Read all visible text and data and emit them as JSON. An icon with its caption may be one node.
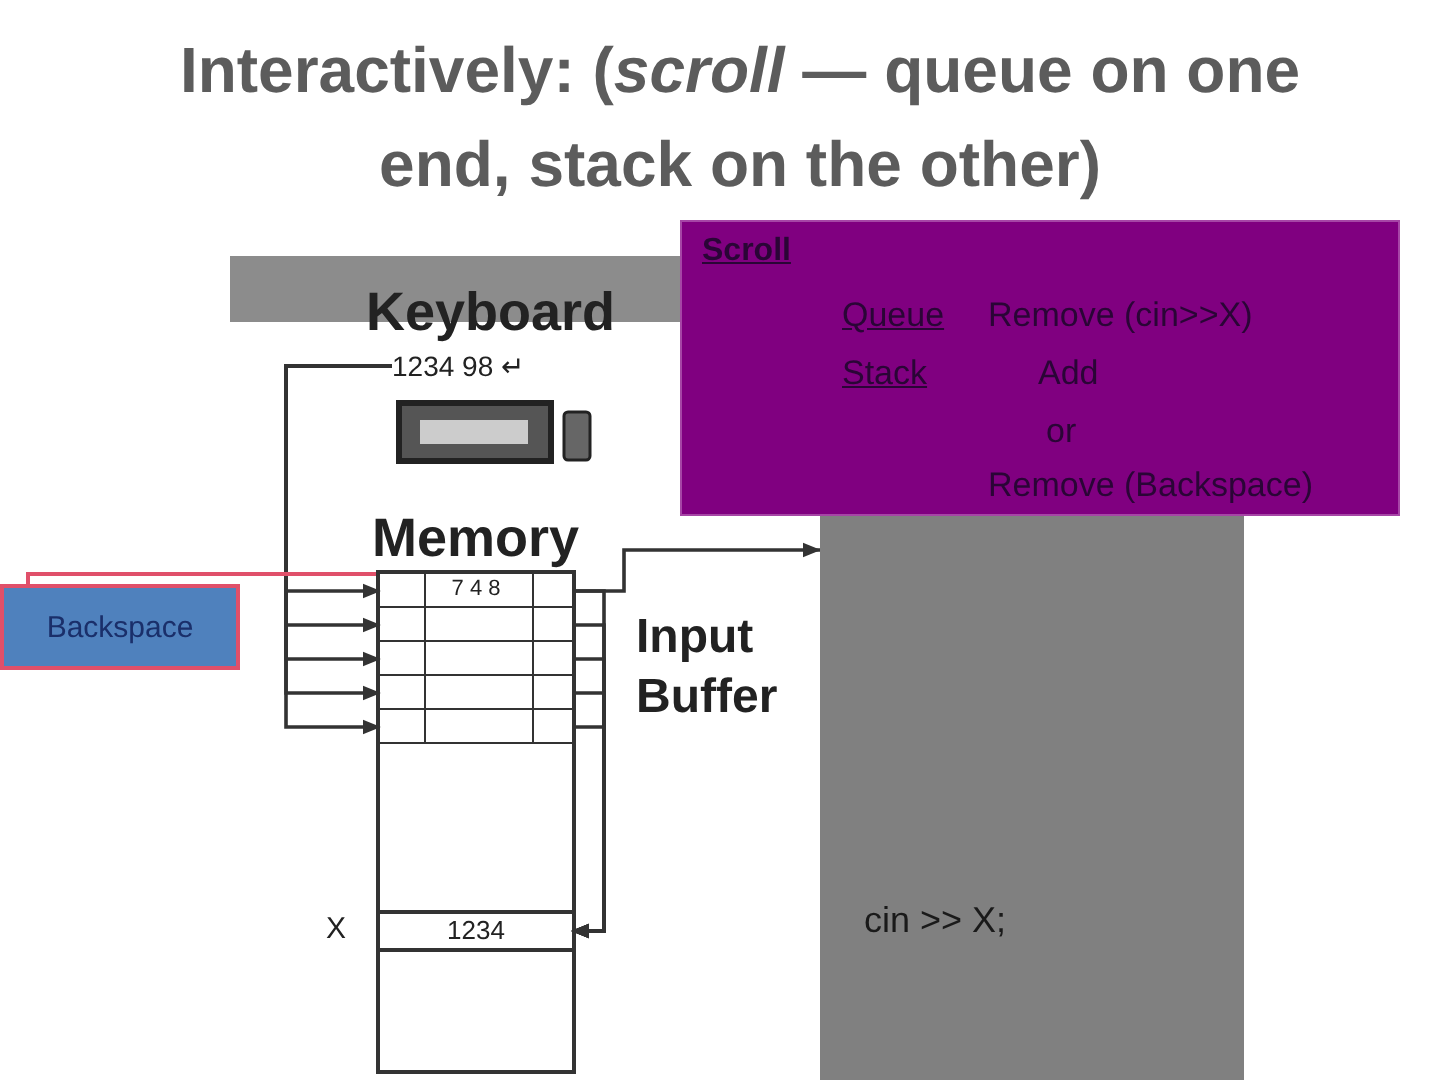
{
  "diagram": {
    "title": "Interactively: (*scroll* — queue on one end, stack on the other)",
    "nodes": [
      {
        "text": [
          "1234 98 ↵"
        ]
      },
      {
        "text": [
          "Memory"
        ],
        "beside": [
          "Input Buffer"
        ]
      },
      {
        "text": [
          "7 4 8"
        ],
        "in": 1
      },
      {
        "text": [],
        "shape": "box",
        "in": 1
      },
      {
        "text": [],
        "shape": "box",
        "in": 1
      },
      {
        "text": [],
        "shape": "box",
        "in": 1
      },
      {
        "text": [],
        "shape": "box",
        "in": 1
      },
      {
        "text": [
          "1234"
        ],
        "in": 1,
        "beside": [
          "X"
        ]
      },
      {
        "text": [
          "cin >> X;"
        ]
      },
      {
        "text": [
          "Scroll",
          "Queue",
          "Remove (cin>>X)",
          "Stack",
          "Add",
          "or",
          "Remove (Backspace)"
        ]
      },
      {
        "text": [
          "Backspace"
        ]
      }
    ],
    "edges": [
      {
        "from": 0,
        "to": 2,
        "arrow": "to"
      },
      {
        "from": 0,
        "to": 3,
        "arrow": "to"
      },
      {
        "from": 0,
        "to": 4,
        "arrow": "to"
      },
      {
        "from": 0,
        "to": 5,
        "arrow": "to"
      },
      {
        "from": 0,
        "to": 6,
        "arrow": "to"
      },
      {
        "from": 2,
        "to": 7,
        "arrow": "to"
      },
      {
        "from": 3,
        "to": 7,
        "arrow": "to"
      },
      {
        "from": 4,
        "to": 7,
        "arrow": "to"
      },
      {
        "from": 5,
        "to": 7,
        "arrow": "to"
      },
      {
        "from": 6,
        "to": 7,
        "arrow": "to"
      },
      {
        "from": 2,
        "to": 8,
        "arrow": "to"
      },
      {
        "from": 10,
        "to": 2,
        "arrow": "none",
        "color": "#e0506a"
      }
    ],
    "labels": [
      "Keyboard"
    ]
  }
}
